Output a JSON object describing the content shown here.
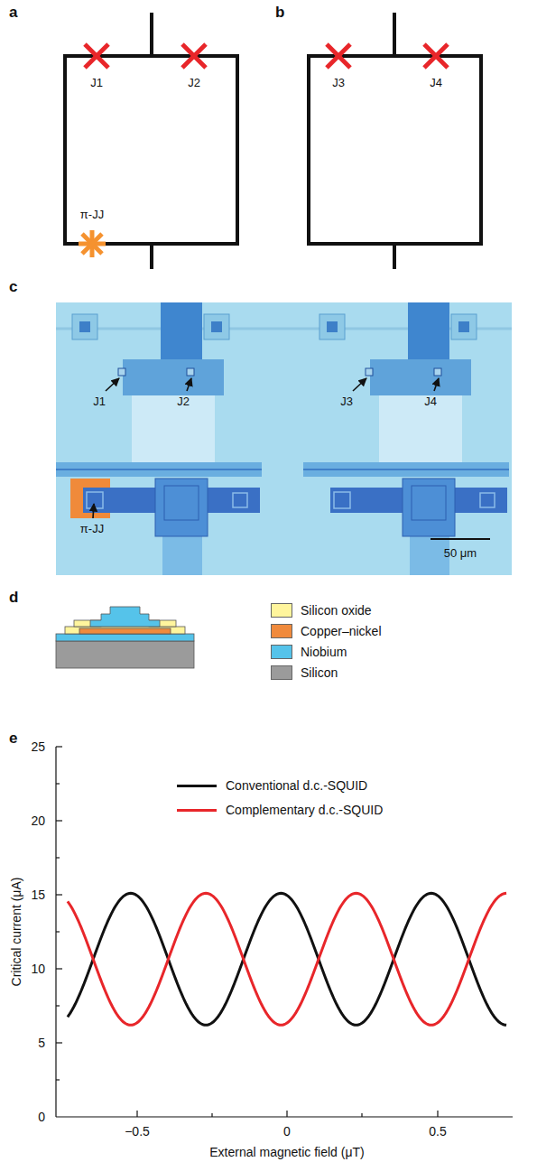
{
  "diagram": {
    "labels": [
      "a",
      "b",
      "c",
      "d",
      "e",
      "J1",
      "J2",
      "π-JJ",
      "J3",
      "J4",
      "J1",
      "J2",
      "J3",
      "J4",
      "π-JJ",
      "50 μm",
      "25",
      "20",
      "15",
      "10",
      "5",
      "0",
      "−0.5",
      "0",
      "0.5",
      "Critical current (μA)",
      "External magnetic field (μT)"
    ],
    "legend": [
      {
        "text": "Silicon oxide",
        "color": "#fff59d"
      },
      {
        "text": "Copper–nickel",
        "color": "#f08a3c"
      },
      {
        "text": "Niobium",
        "color": "#55c3ea"
      },
      {
        "text": "Silicon",
        "color": "#9b9b9b"
      },
      {
        "text": "Conventional d.c.-SQUID"
      },
      {
        "text": "Complementary d.c.-SQUID"
      }
    ]
  }
}
